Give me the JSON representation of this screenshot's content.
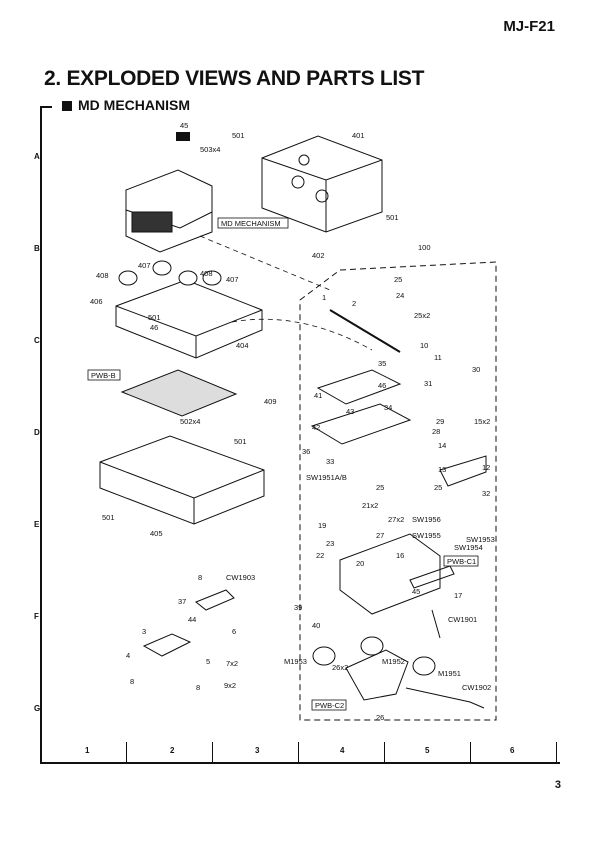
{
  "header": {
    "model": "MJ-F21"
  },
  "page": {
    "title": "2. EXPLODED VIEWS AND PARTS LIST",
    "section": "MD MECHANISM",
    "number": "3"
  },
  "grid": {
    "rows": [
      "A",
      "B",
      "C",
      "D",
      "E",
      "F",
      "G"
    ],
    "columns": [
      "1",
      "2",
      "3",
      "4",
      "5",
      "6"
    ]
  },
  "labels": {
    "boxed": [
      "MD MECHANISM",
      "PWB-B",
      "PWB-C1",
      "PWB-C2"
    ],
    "parts": [
      "45",
      "503x4",
      "501",
      "401",
      "501",
      "402",
      "100",
      "408",
      "407",
      "408",
      "407",
      "406",
      "501",
      "46",
      "404",
      "409",
      "25",
      "24",
      "1",
      "2",
      "25x2",
      "35",
      "10",
      "11",
      "30",
      "46",
      "31",
      "41",
      "43",
      "34",
      "29",
      "15x2",
      "42",
      "28",
      "36",
      "33",
      "14",
      "13",
      "12",
      "SW1951A/B",
      "25",
      "25",
      "32",
      "21x2",
      "501",
      "405",
      "502x4",
      "501",
      "19",
      "27x2",
      "27",
      "SW1956",
      "SW1953",
      "SW1955",
      "SW1954",
      "23",
      "20",
      "22",
      "16",
      "8",
      "CW1903",
      "37",
      "45",
      "17",
      "44",
      "6",
      "39",
      "40",
      "CW1901",
      "3",
      "4",
      "5",
      "7x2",
      "M1953",
      "26x2",
      "M1952",
      "M1951",
      "8",
      "8",
      "9x2",
      "CW1902",
      "26"
    ]
  }
}
